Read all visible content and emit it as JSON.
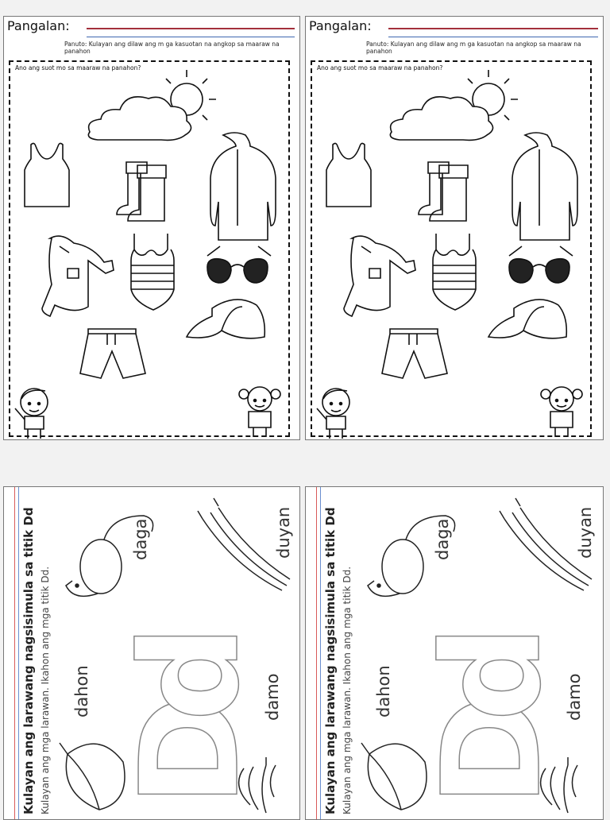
{
  "worksheet_top": {
    "name_label": "Pangalan:",
    "instruction": "Panuto: Kulayan ang dilaw ang m ga kasuotan na angkop sa maaraw na panahon",
    "question": "Ano ang suot mo sa maaraw na panahon?",
    "pictures": [
      "sun-behind-cloud",
      "tank-top",
      "rain-boots",
      "winter-jacket",
      "long-sleeve-shirt",
      "swimsuit",
      "sunglasses",
      "shorts",
      "cap",
      "boy",
      "girl"
    ]
  },
  "worksheet_bottom": {
    "title": "Kulayan ang larawang nagsisimula sa titik Dd",
    "subtitle": "Kulayan ang mga larawan. Ikahon ang mga titik Dd.",
    "big_upper": "D",
    "big_lower": "d",
    "words": {
      "dahon": "dahon",
      "daga": "daga",
      "damo": "damo",
      "duyan": "duyan"
    }
  },
  "colors": {
    "red_line": "#a3303c",
    "blue_line": "#3e66b0"
  }
}
